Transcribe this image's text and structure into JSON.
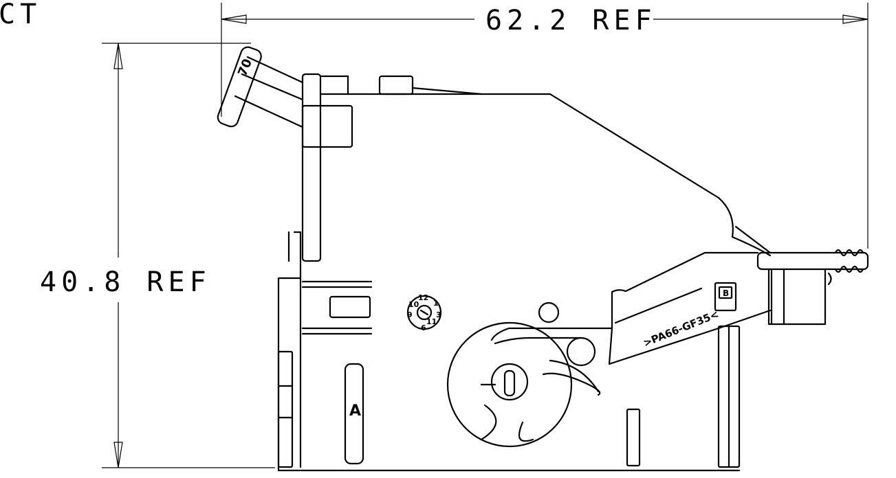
{
  "dimensions": {
    "width_label": "62.2 REF",
    "height_label": "40.8 REF",
    "clipped_text": "CT"
  },
  "labels": {
    "knob_number": "70",
    "material_mark": ">PA66-GF35<",
    "letter_a": "A",
    "letter_b": "B",
    "date_wheel": [
      "12",
      "1",
      "3",
      "6",
      "9",
      "10",
      "11"
    ]
  }
}
